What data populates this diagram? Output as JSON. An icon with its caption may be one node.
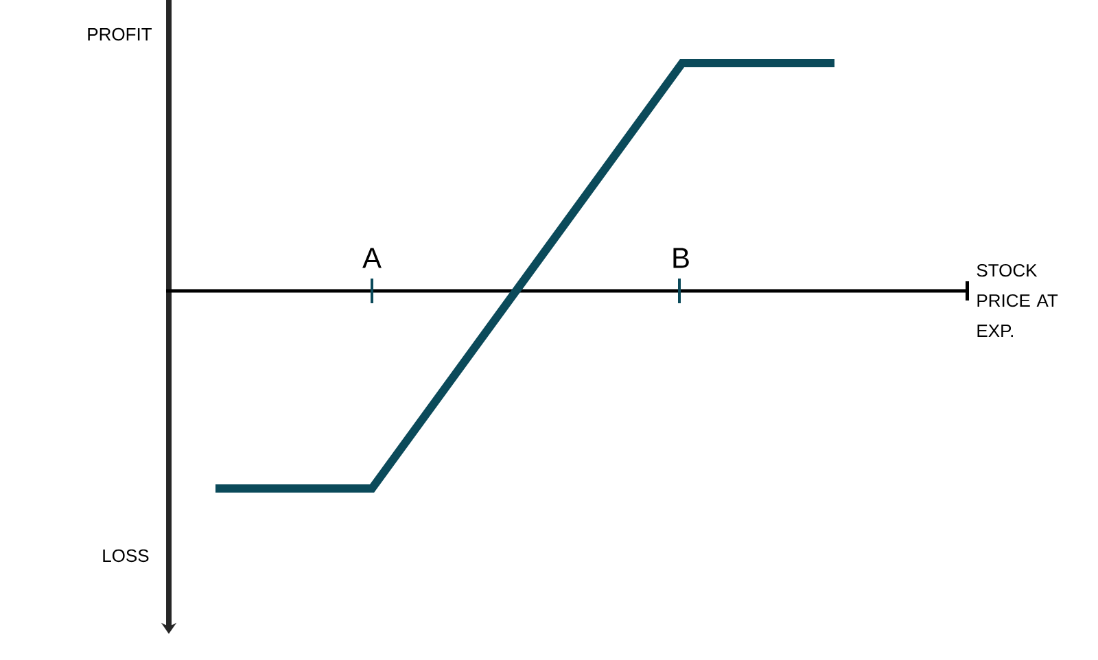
{
  "diagram": {
    "labels": [
      "PROFIT",
      "A",
      "B",
      "STOCK PRICE AT EXP.",
      "LOSS"
    ]
  }
}
